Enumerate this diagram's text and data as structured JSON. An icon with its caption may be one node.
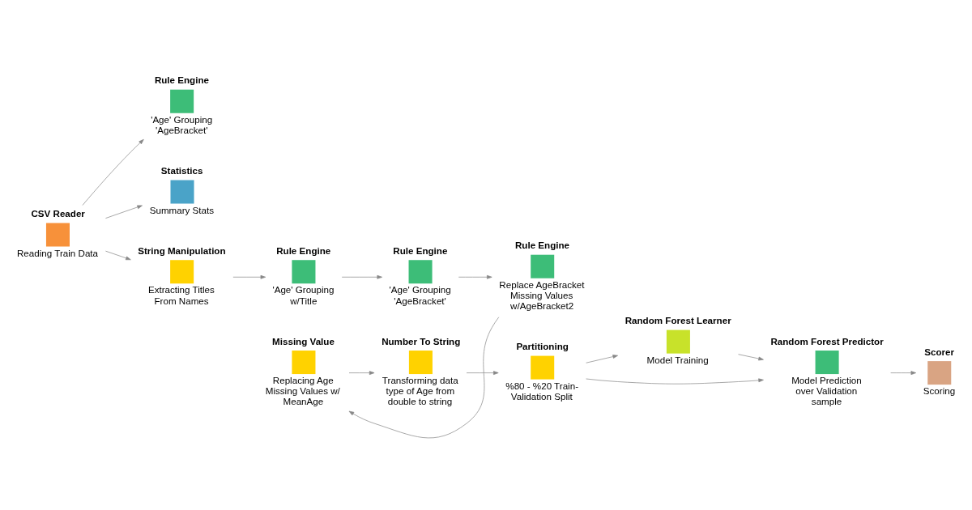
{
  "diagram": {
    "nodes": [
      {
        "text": [
          "Rule Engine",
          "'Age' Grouping 'AgeBracket'"
        ]
      },
      {
        "text": [
          "CSV Reader",
          "Reading Train Data"
        ]
      },
      {
        "text": [
          "Missing Value",
          "Replacing Age Missing Values w/ MeanAge"
        ]
      },
      {
        "text": [
          "Number To String",
          "Transforming data type of Age from double to string"
        ]
      },
      {
        "text": [
          "Partitioning",
          "%80 - %20 Train- Validation Split"
        ]
      },
      {
        "text": [
          "Random Forest Learner",
          "Model Training"
        ]
      },
      {
        "text": [
          "Statistics",
          "Summary Stats"
        ]
      },
      {
        "text": [
          "Random Forest Predictor",
          "Model Prediction over Validation sample"
        ]
      },
      {
        "text": [
          "Scorer",
          "Scoring"
        ]
      },
      {
        "text": [
          "String Manipulation",
          "Extracting Titles From Names"
        ]
      },
      {
        "text": [
          "Rule Engine",
          "'Age' Grouping w/Title"
        ]
      },
      {
        "text": [
          "Rule Engine",
          "'Age' Grouping 'AgeBracket'"
        ]
      },
      {
        "text": [
          "Rule Engine",
          "Replace AgeBracket Missing Values w/AgeBracket2"
        ]
      }
    ],
    "edges": [
      {
        "from": 1,
        "to": 0,
        "arrow": "to"
      },
      {
        "from": 1,
        "to": 6,
        "arrow": "to"
      },
      {
        "from": 1,
        "to": 9,
        "arrow": "to"
      },
      {
        "from": 9,
        "to": 10,
        "arrow": "to"
      },
      {
        "from": 10,
        "to": 11,
        "arrow": "to"
      },
      {
        "from": 11,
        "to": 12,
        "arrow": "to"
      },
      {
        "from": 12,
        "to": 2,
        "arrow": "to"
      },
      {
        "from": 2,
        "to": 3,
        "arrow": "to"
      },
      {
        "from": 3,
        "to": 4,
        "arrow": "to"
      },
      {
        "from": 4,
        "to": 5,
        "arrow": "to"
      },
      {
        "from": 4,
        "to": 7,
        "arrow": "to"
      },
      {
        "from": 5,
        "to": 7,
        "arrow": "to"
      },
      {
        "from": 7,
        "to": 8,
        "arrow": "to"
      }
    ]
  }
}
